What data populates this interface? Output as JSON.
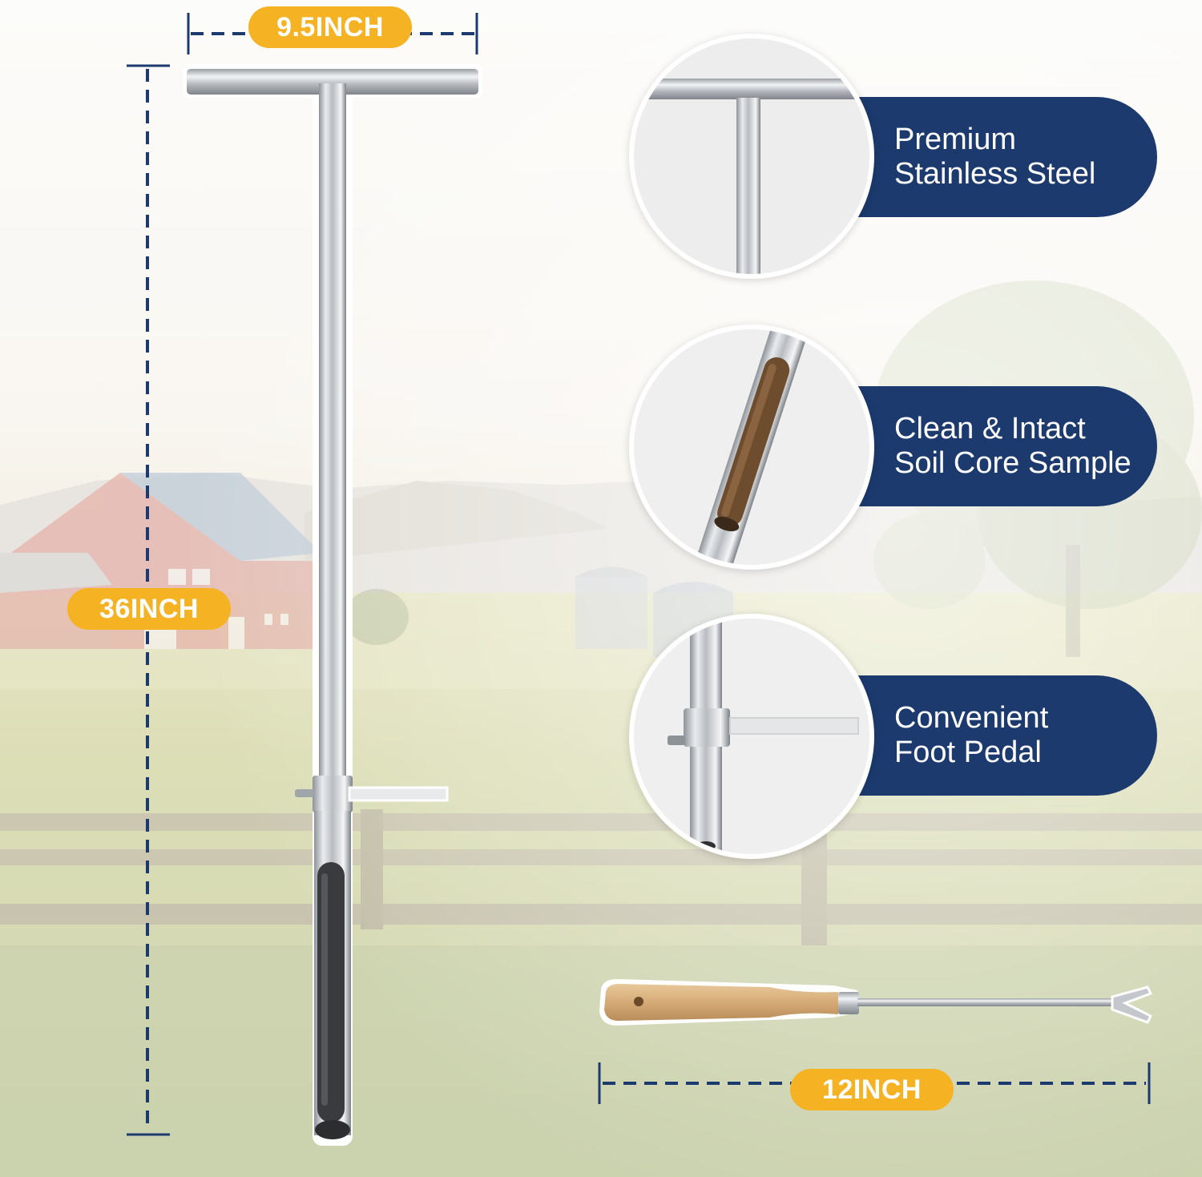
{
  "dimensions": {
    "top_width": "9.5INCH",
    "height": "36INCH",
    "tool_length": "12INCH"
  },
  "features": [
    {
      "line1": "Premium",
      "line2": "Stainless Steel",
      "icon": "t-handle-closeup"
    },
    {
      "line1": "Clean & Intact",
      "line2": "Soil Core Sample",
      "icon": "soil-core-closeup"
    },
    {
      "line1": "Convenient",
      "line2": "Foot Pedal",
      "icon": "foot-pedal-closeup"
    }
  ],
  "colors": {
    "accent_yellow": "#f5b324",
    "navy": "#1c3a6e",
    "steel": "#c9ccd0",
    "dashed_line": "#1c3a6e"
  }
}
